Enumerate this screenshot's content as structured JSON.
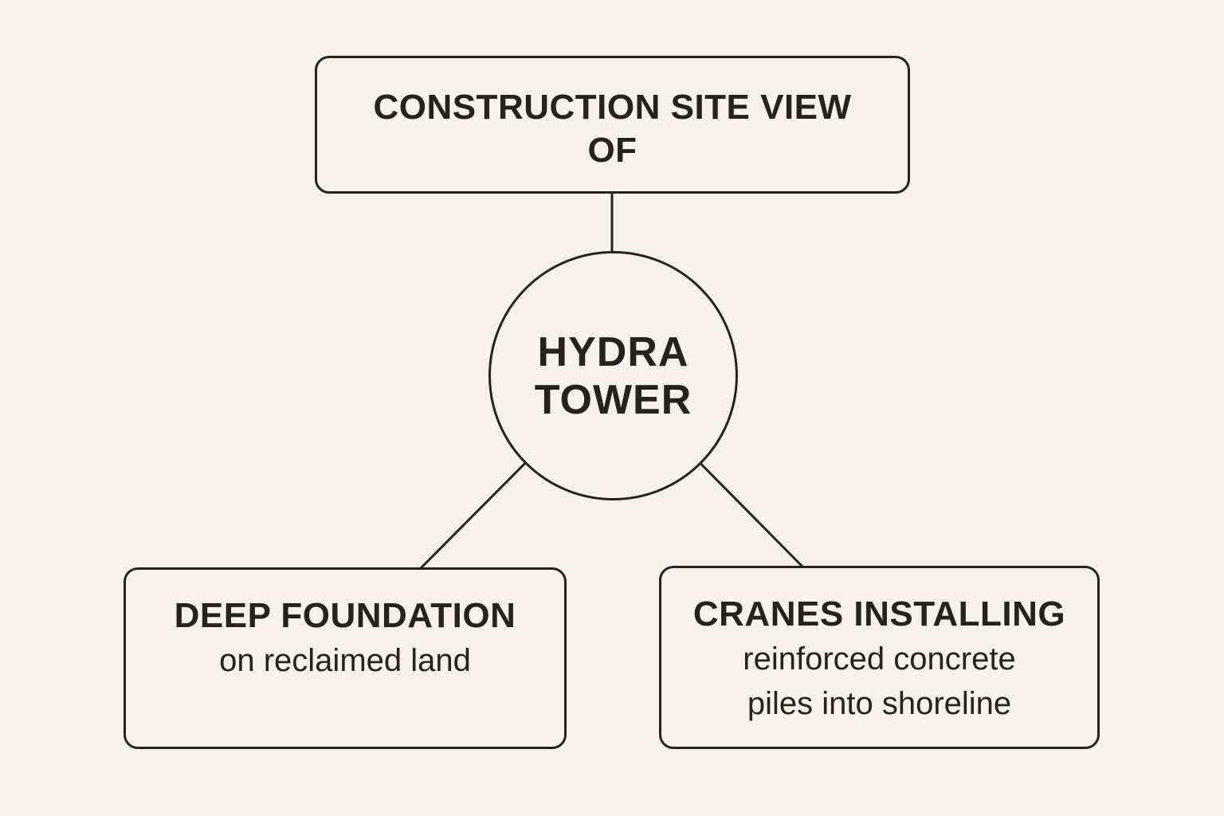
{
  "colors": {
    "background": "#f7f1ea",
    "stroke": "#26221e",
    "text": "#26221e"
  },
  "diagram": {
    "top_box": {
      "lines": [
        "CONSTRUCTION SITE VIEW",
        "OF"
      ]
    },
    "center_circle": {
      "lines": [
        "HYDRA",
        "TOWER"
      ]
    },
    "left_box": {
      "title": "DEEP FOUNDATION",
      "subtitle_lines": [
        "on reclaimed land"
      ]
    },
    "right_box": {
      "title": "CRANES INSTALLING",
      "subtitle_lines": [
        "reinforced concrete",
        "piles into shoreline"
      ]
    }
  }
}
